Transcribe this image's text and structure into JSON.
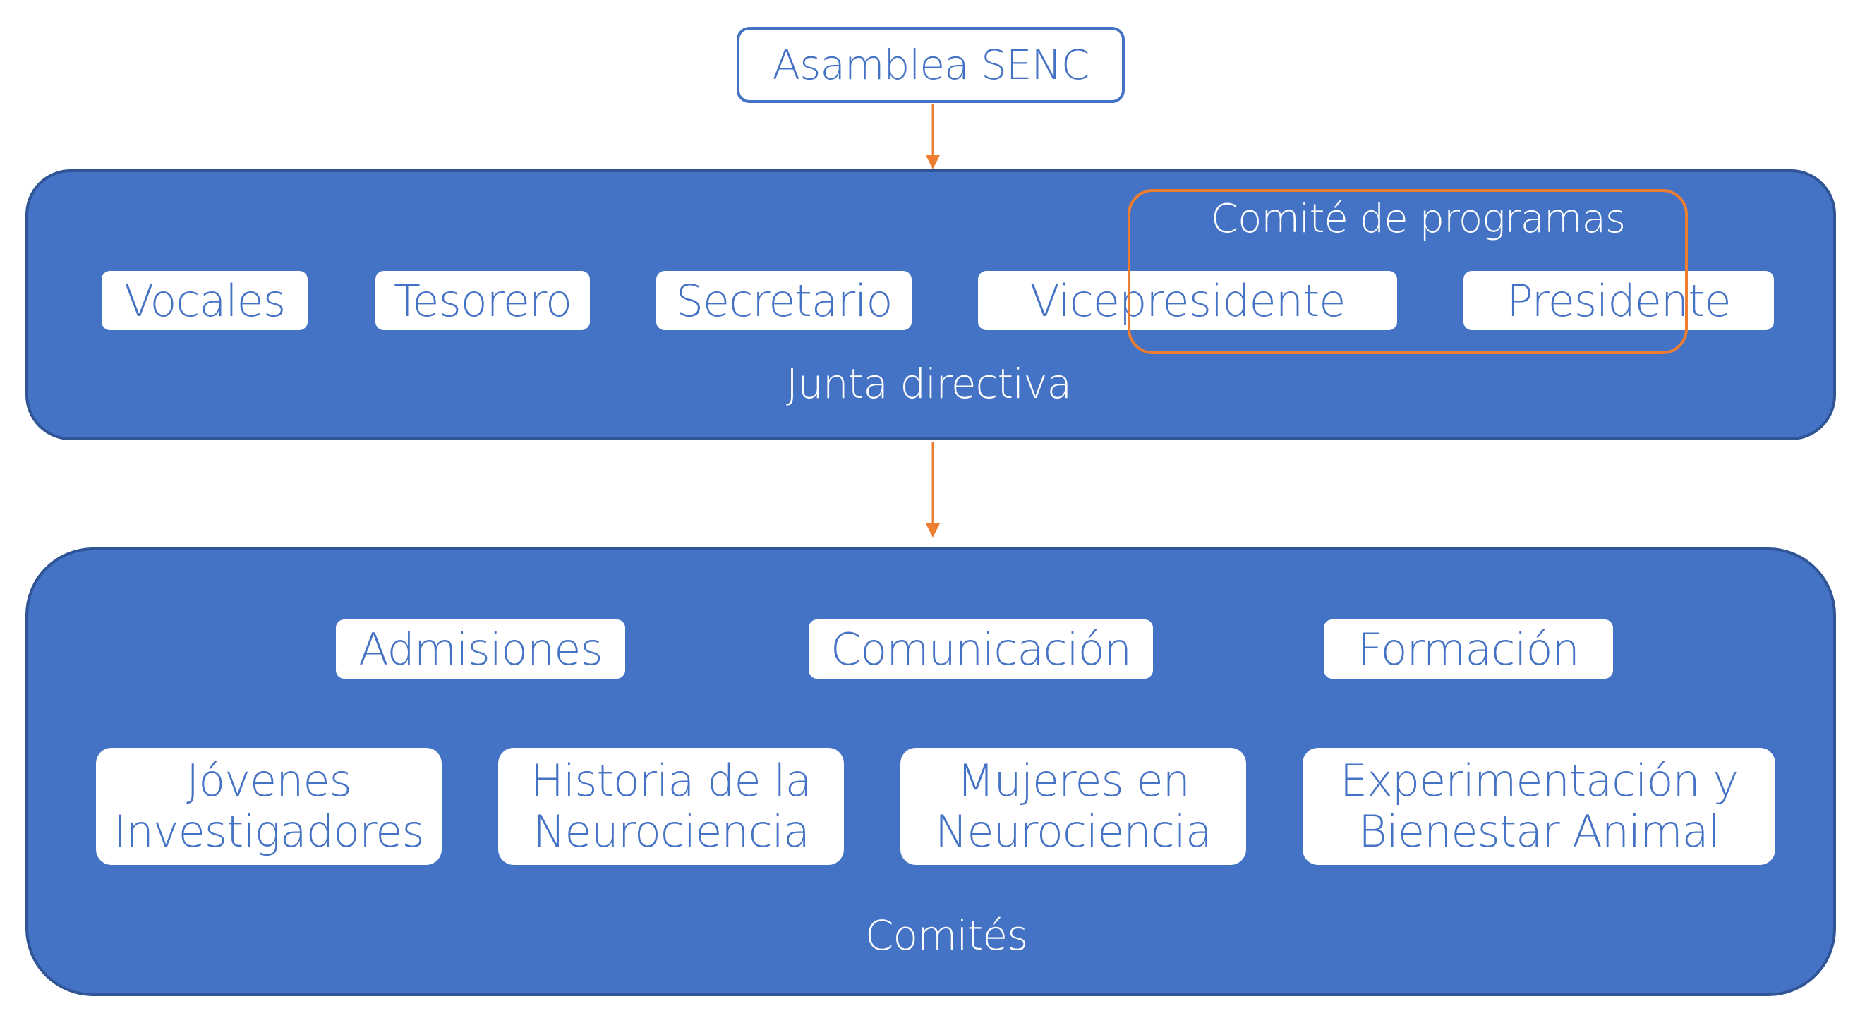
{
  "assembly": {
    "label": "Asamblea SENC"
  },
  "junta": {
    "label": "Junta directiva",
    "group_label": "Comité de programas",
    "roles": [
      "Vocales",
      "Tesorero",
      "Secretario",
      "Vicepresidente",
      "Presidente"
    ]
  },
  "comites": {
    "label": "Comités",
    "row1": [
      "Admisiones",
      "Comunicación",
      "Formación"
    ],
    "row2": [
      "Jóvenes Investigadores",
      "Historia de la Neurociencia",
      "Mujeres en Neurociencia",
      "Experimentación y Bienestar Animal"
    ]
  },
  "colors": {
    "primary": "#4472c4",
    "panel_border": "#2f5597",
    "connector": "#ed7d31",
    "background": "#ffffff"
  }
}
